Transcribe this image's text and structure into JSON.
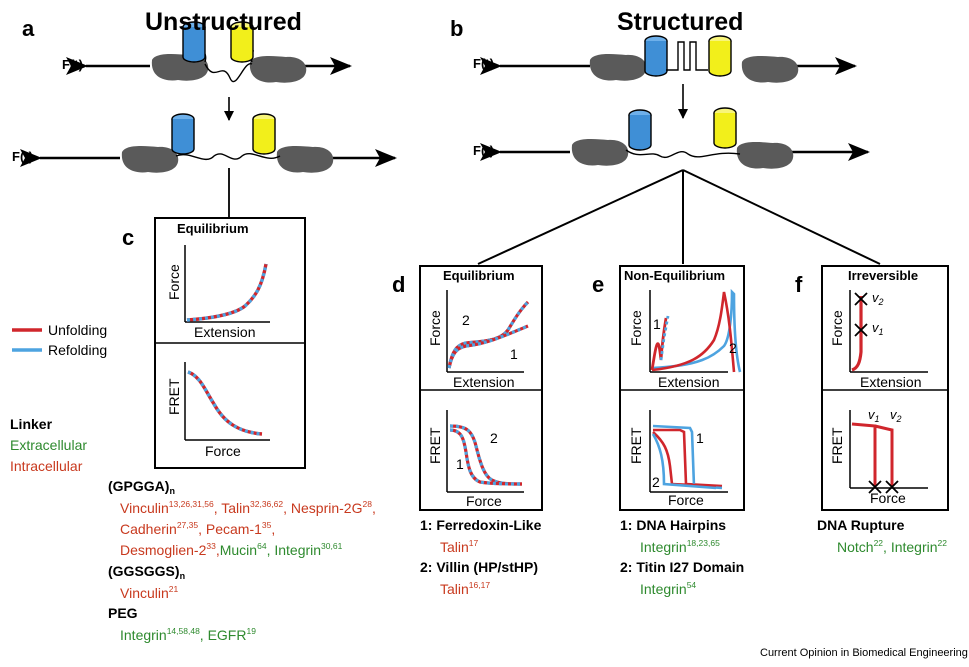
{
  "panels": {
    "a": {
      "letter": "a",
      "title": "Unstructured"
    },
    "b": {
      "letter": "b",
      "title": "Structured"
    },
    "c": {
      "letter": "c",
      "subtitle": "Equilibrium",
      "top_y": "Force",
      "top_x": "Extension",
      "bottom_y": "FRET",
      "bottom_x": "Force"
    },
    "d": {
      "letter": "d",
      "subtitle": "Equilibrium",
      "top_y": "Force",
      "top_x": "Extension",
      "bottom_y": "FRET",
      "bottom_x": "Force",
      "curve1": "1",
      "curve2": "2"
    },
    "e": {
      "letter": "e",
      "subtitle": "Non-Equilibrium",
      "top_y": "Force",
      "top_x": "Extension",
      "bottom_y": "FRET",
      "bottom_x": "Force",
      "curve1": "1",
      "curve2": "2"
    },
    "f": {
      "letter": "f",
      "subtitle": "Irreversible",
      "top_y": "Force",
      "top_x": "Extension",
      "bottom_y": "FRET",
      "bottom_x": "Force",
      "v2": "v",
      "v2_sub": "2",
      "v1": "v",
      "v1_sub": "1"
    }
  },
  "force_label": "F(t)",
  "legend": {
    "unfolding": "Unfolding",
    "refolding": "Refolding",
    "unfolding_color": "#d0262c",
    "refolding_color": "#4da3e0"
  },
  "colors": {
    "blue_fluor": "#3f8fd6",
    "yellow_fluor": "#f2ef1b",
    "domain_gray": "#5a5a5a",
    "extracellular": "#2e8a2e",
    "intracellular": "#c8391e"
  },
  "linker_key": {
    "title": "Linker",
    "extracellular": "Extracellular",
    "intracellular": "Intracellular"
  },
  "linkers": {
    "gpgga": {
      "name": "(GPGGA)",
      "sub": "n",
      "rows": [
        [
          {
            "name": "Vinculin",
            "ref": "13,26,31,56",
            "sep": ", ",
            "cls": "red"
          },
          {
            "name": "Talin",
            "ref": "32,36,62",
            "sep": ", ",
            "cls": "red"
          },
          {
            "name": "Nesprin-2G",
            "ref": "28",
            "sep": ",",
            "cls": "red"
          }
        ],
        [
          {
            "name": "Cadherin",
            "ref": "27,35",
            "sep": ", ",
            "cls": "red"
          },
          {
            "name": "Pecam-1",
            "ref": "35",
            "sep": ",",
            "cls": "red"
          }
        ],
        [
          {
            "name": "Desmoglien-2",
            "ref": "33",
            "sep": ",",
            "cls": "red"
          },
          {
            "name": "Mucin",
            "ref": "64",
            "sep": ", ",
            "cls": "green"
          },
          {
            "name": "Integrin",
            "ref": "30,61",
            "sep": "",
            "cls": "green"
          }
        ]
      ]
    },
    "ggsggs": {
      "name": "(GGSGGS)",
      "sub": "n",
      "rows": [
        [
          {
            "name": "Vinculin",
            "ref": "21",
            "sep": "",
            "cls": "red"
          }
        ]
      ]
    },
    "peg": {
      "name": "PEG",
      "rows": [
        [
          {
            "name": "Integrin",
            "ref": "14,58,48",
            "sep": ", ",
            "cls": "green"
          },
          {
            "name": "EGFR",
            "ref": "19",
            "sep": "",
            "cls": "green"
          }
        ]
      ]
    }
  },
  "structured_examples": {
    "d": {
      "item1": "1: Ferredoxin-Like",
      "item1_ex": "Talin",
      "item1_ref": "17",
      "item2": "2: Villin (HP/stHP)",
      "item2_ex": "Talin",
      "item2_ref": "16,17"
    },
    "e": {
      "item1": "1: DNA Hairpins",
      "item1_ex": "Integrin",
      "item1_ref": "18,23,65",
      "item2": "2: Titin I27 Domain",
      "item2_ex": "Integrin",
      "item2_ref": "54"
    },
    "f": {
      "item1": "DNA Rupture",
      "ex_a": "Notch",
      "ex_a_ref": "22",
      "ex_b": "Integrin",
      "ex_b_ref": "22"
    }
  },
  "footer": "Current Opinion in Biomedical Engineering"
}
